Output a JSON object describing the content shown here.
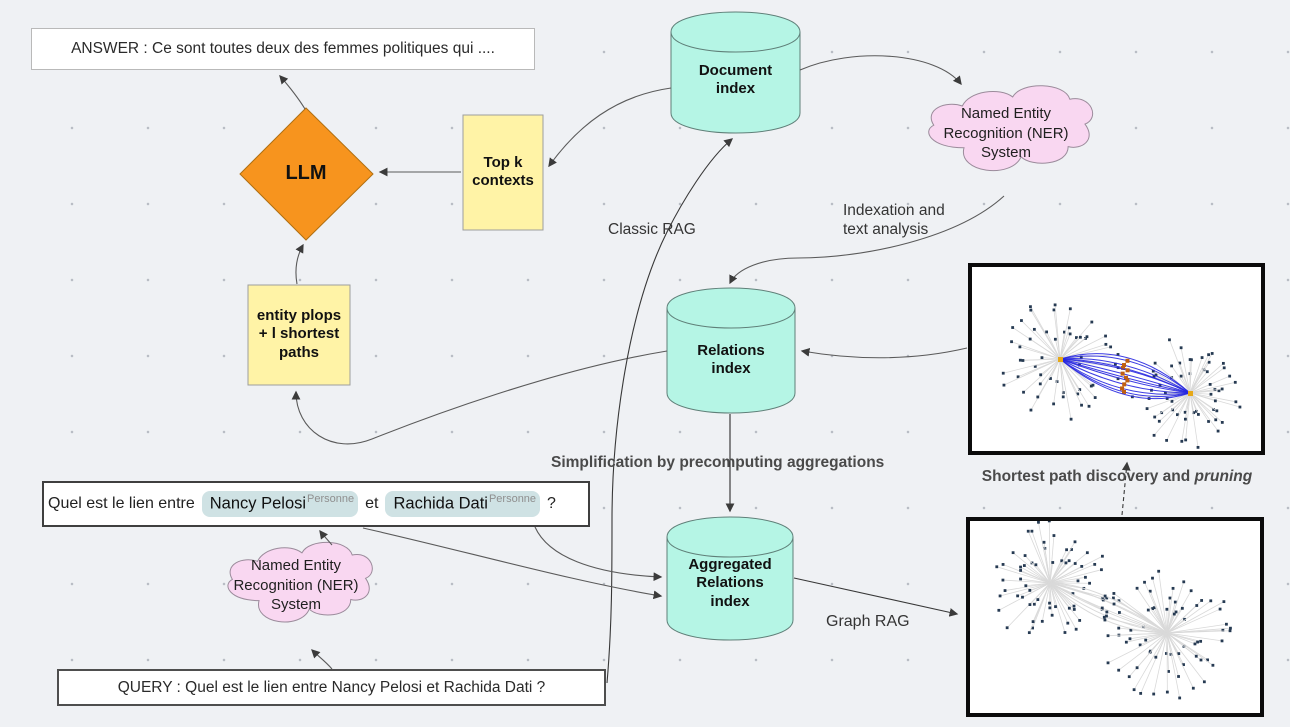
{
  "answer_box": {
    "text": "ANSWER : Ce sont toutes deux des femmes politiques qui ...."
  },
  "query_box": {
    "text": "QUERY : Quel est le lien entre Nancy Pelosi et Rachida Dati ?"
  },
  "annotated_query": {
    "prefix": "Quel est le lien entre",
    "conjunction": "et",
    "suffix": "?",
    "entities": [
      {
        "text": "Nancy Pelosi",
        "type": "Personne"
      },
      {
        "text": "Rachida Dati",
        "type": "Personne"
      }
    ]
  },
  "nodes": {
    "llm": {
      "label": "LLM"
    },
    "top_k": {
      "lines": [
        "Top k",
        "contexts"
      ]
    },
    "entity_plops": {
      "lines": [
        "entity plops",
        "+ l shortest",
        "paths"
      ]
    },
    "document_index": {
      "lines": [
        "Document",
        "index"
      ]
    },
    "relations_index": {
      "lines": [
        "Relations",
        "index"
      ]
    },
    "aggregated_relations_index": {
      "lines": [
        "Aggregated",
        "Relations",
        "index"
      ]
    },
    "ner_top": {
      "lines": [
        "Named Entity",
        "Recognition (NER)",
        "System"
      ]
    },
    "ner_bottom": {
      "lines": [
        "Named Entity",
        "Recognition (NER)",
        "System"
      ]
    }
  },
  "edge_labels": {
    "classic_rag": "Classic RAG",
    "indexation_line1": "Indexation and",
    "indexation_line2": "text analysis",
    "simplification": "Simplification by precomputing aggregations",
    "graph_rag": "Graph RAG"
  },
  "figures": {
    "pruned_graph_caption_prefix": "Shortest path discovery and ",
    "pruned_graph_caption_italic": "pruning"
  },
  "colors": {
    "llm_orange": "#F7941E",
    "note_yellow": "#FFF3A6",
    "index_cyan": "#B5F5E5",
    "cloud_pink": "#F9D7F1",
    "entity_chip": "#CFE2E4",
    "edge_stroke": "#4f4f4f",
    "figure_edge": "#d9d9d9",
    "figure_node": "#263a52",
    "path_blue": "#2727E0",
    "waypoint_orange": "#C05F10",
    "cluster_center": "#E6A817"
  }
}
